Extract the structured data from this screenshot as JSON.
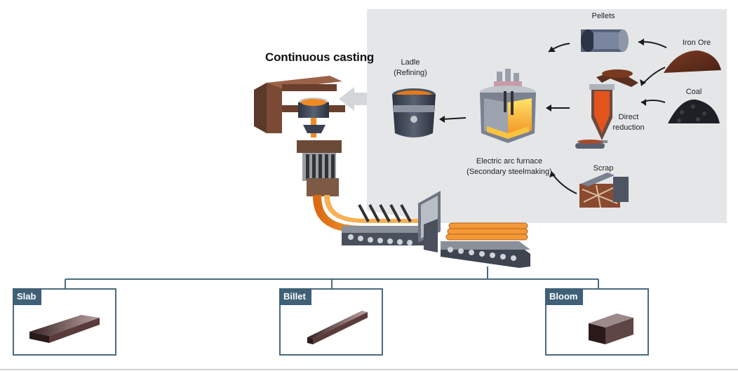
{
  "diagram": {
    "title": "Continuous casting",
    "labels": {
      "pellets": "Pellets",
      "iron_ore": "Iron Ore",
      "coal": "Coal",
      "direct_reduction_line1": "Direct",
      "direct_reduction_line2": "reduction",
      "ladle_line1": "Ladle",
      "ladle_line2": "(Refining)",
      "eaf_line1": "Electric arc furnace",
      "eaf_line2": "(Secondary steelmaking)",
      "scrap": "Scrap"
    },
    "products": [
      {
        "label": "Slab"
      },
      {
        "label": "Billet"
      },
      {
        "label": "Bloom"
      }
    ],
    "colors": {
      "panel": "#e4e6e8",
      "frame": "#3f6077",
      "arrow": "#1a1a1a",
      "molten": "#f08a24"
    }
  }
}
